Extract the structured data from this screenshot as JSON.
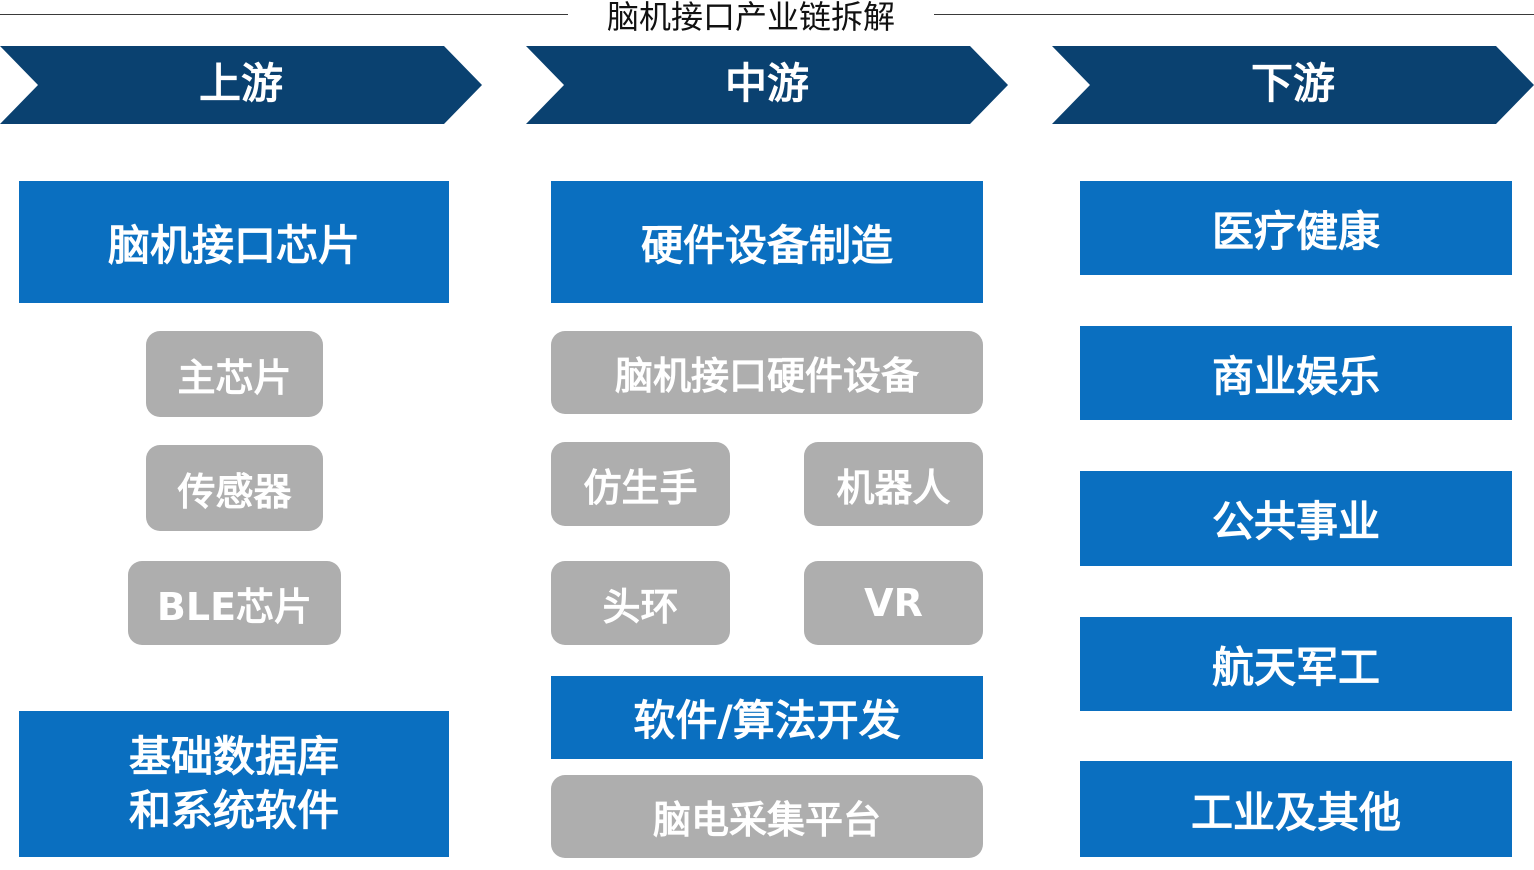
{
  "title": "脑机接口产业链拆解",
  "colors": {
    "header_arrow": "#0a4170",
    "blue_box": "#0a6fc0",
    "gray_box": "#aeaeae",
    "text_on_box": "#ffffff"
  },
  "stages": {
    "upstream": "上游",
    "midstream": "中游",
    "downstream": "下游"
  },
  "upstream": {
    "chip_heading": "脑机接口芯片",
    "chips": [
      "主芯片",
      "传感器",
      "BLE芯片"
    ],
    "database_heading_line1": "基础数据库",
    "database_heading_line2": "和系统软件"
  },
  "midstream": {
    "hardware_heading": "硬件设备制造",
    "hardware_devices": "脑机接口硬件设备",
    "device_types": [
      "仿生手",
      "机器人",
      "头环",
      "VR"
    ],
    "software_heading": "软件/算法开发",
    "eeg_platform": "脑电采集平台"
  },
  "downstream": {
    "applications": [
      "医疗健康",
      "商业娱乐",
      "公共事业",
      "航天军工",
      "工业及其他"
    ]
  }
}
